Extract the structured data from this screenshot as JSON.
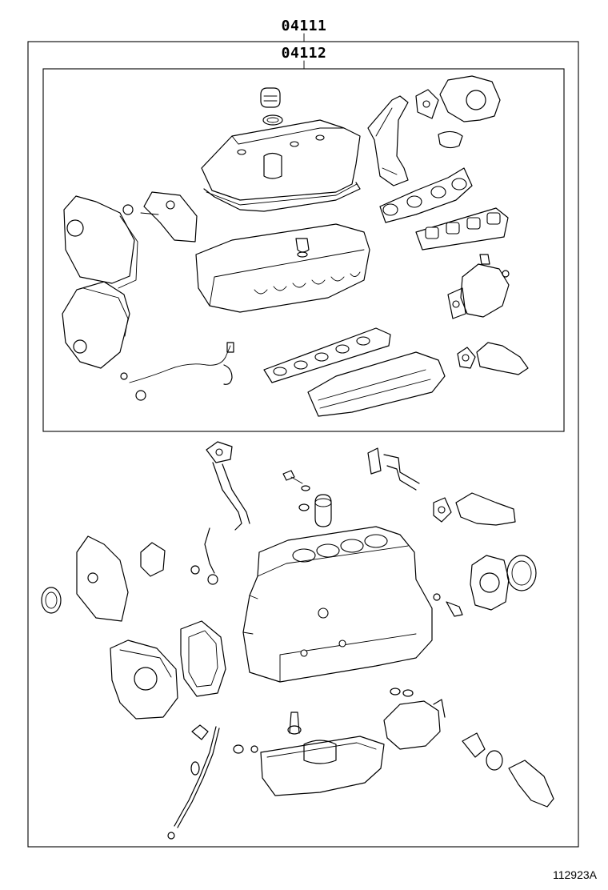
{
  "labels": {
    "outer_kit_part_no": "04111",
    "inner_kit_part_no": "04112",
    "figure_number": "112923A"
  }
}
